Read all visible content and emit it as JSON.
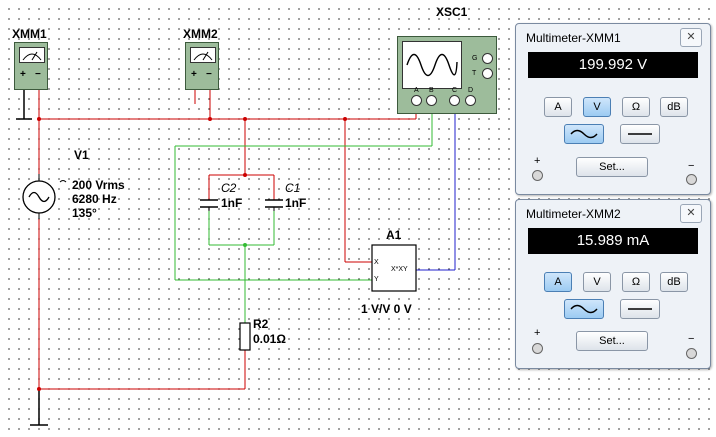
{
  "circuit": {
    "xmm1_label": "XMM1",
    "xmm2_label": "XMM2",
    "xsc1_label": "XSC1",
    "v1": {
      "name": "V1",
      "line1": "200 Vrms",
      "line2": "6280 Hz",
      "line3": "135°"
    },
    "c2": {
      "name": "C2",
      "value": "1nF"
    },
    "c1": {
      "name": "C1",
      "value": "1nF"
    },
    "a1": {
      "name": "A1",
      "value": "1 V/V 0 V",
      "pin_x": "X",
      "pin_y": "Y",
      "out": "X*XY"
    },
    "r2": {
      "name": "R2",
      "value": "0.01Ω"
    },
    "meter_plus": "+",
    "meter_minus": "−",
    "scope_ports": [
      "A",
      "B",
      "C",
      "D"
    ],
    "scope_side_ports": [
      "G",
      "T"
    ]
  },
  "multimeter1": {
    "title": "Multimeter-XMM1",
    "close": "✕",
    "reading": "199.992 V",
    "buttons": [
      "A",
      "V",
      "Ω",
      "dB"
    ],
    "selected": "V",
    "mode": "AC",
    "set_label": "Set...",
    "plus": "+",
    "minus": "−"
  },
  "multimeter2": {
    "title": "Multimeter-XMM2",
    "close": "✕",
    "reading": "15.989 mA",
    "buttons": [
      "A",
      "V",
      "Ω",
      "dB"
    ],
    "selected": "A",
    "mode": "AC",
    "set_label": "Set...",
    "plus": "+",
    "minus": "−"
  },
  "colors": {
    "wire_red": "#cc0000",
    "wire_green": "#33bb33",
    "wire_blue": "#2222cc",
    "component": "#000000",
    "instrument_green": "#9dbc9b",
    "selected_button": "#9ccbf2"
  }
}
